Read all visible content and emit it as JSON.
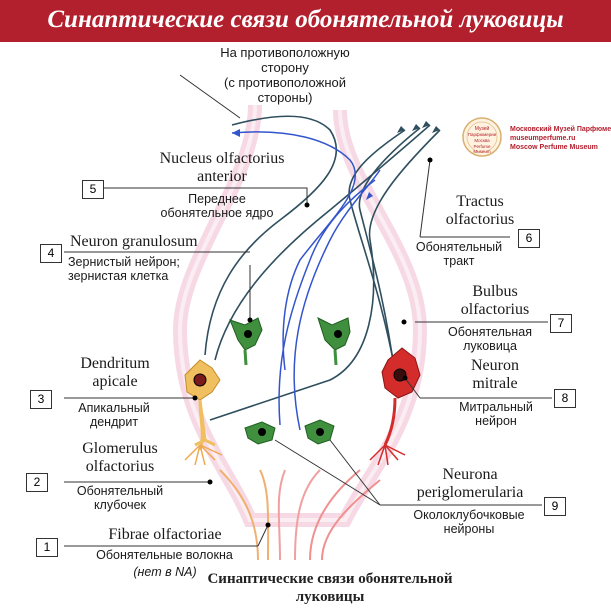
{
  "header": {
    "title": "Синаптические связи обонятельной луковицы"
  },
  "logo": {
    "emblem_text": [
      "Музей",
      "Парфюмерии",
      "Москва",
      "Perfume",
      "Museum"
    ],
    "lines": [
      "Московский Музей Парфюмерии",
      "museumperfume.ru",
      "Moscow Perfume Museum"
    ]
  },
  "labels": {
    "contralateral": "На противоположную\nсторону\n(с противоположной\nстороны)",
    "nucleus_latin": "Nucleus olfactorius\nanterior",
    "nucleus_ru": "Переднее\nобонятельное ядро",
    "granulosum_latin": "Neuron granulosum",
    "granulosum_ru": "Зернистый нейрон;\nзернистая клетка",
    "dendritum_latin": "Dendritum\napicale",
    "dendritum_ru": "Апикальный\nдендрит",
    "glomerulus_latin": "Glomerulus\nolfactorius",
    "glomerulus_ru": "Обонятельный\nклубочек",
    "fibrae_latin": "Fibrae olfactoriae",
    "fibrae_ru": "Обонятельные волокна",
    "fibrae_note": "(нет в NA)",
    "tractus_latin": "Tractus\nolfactorius",
    "tractus_ru": "Обонятельный\nтракт",
    "bulbus_latin": "Bulbus\nolfactorius",
    "bulbus_ru": "Обонятельная\nлуковица",
    "mitrale_latin": "Neuron\nmitrale",
    "mitrale_ru": "Митральный\nнейрон",
    "periglomerularia_latin": "Neurona\nperiglomerularia",
    "periglomerularia_ru": "Околоклубочковые\nнейроны"
  },
  "numbers": {
    "n1": "1",
    "n2": "2",
    "n3": "3",
    "n4": "4",
    "n5": "5",
    "n6": "6",
    "n7": "7",
    "n8": "8",
    "n9": "9"
  },
  "caption": "Синаптические связи обонятельной\nлуковицы",
  "colors": {
    "title_bg": "#b21f2d",
    "granule_cell": "#3f8f3f",
    "apical_cell": "#f0c060",
    "mitral_cell": "#d42b2b",
    "blue_fibers": "#3355cc",
    "dark_fibers": "#2f4f5f",
    "bulb_glow": "#f6d9e4"
  }
}
